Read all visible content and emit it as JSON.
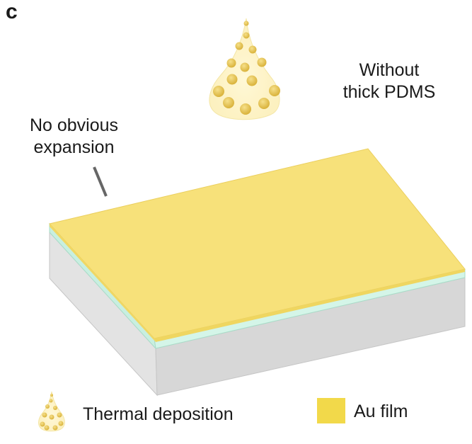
{
  "panel_letter": "c",
  "labels": {
    "without_line1": "Without",
    "without_line2": "thick PDMS",
    "no_obvious_line1": "No obvious",
    "no_obvious_line2": "expansion"
  },
  "legend": {
    "thermal_deposition": "Thermal deposition",
    "au_film": "Au film"
  },
  "colors": {
    "au_film": "#F7E17A",
    "au_swatch": "#F2D94A",
    "interlayer": "#CFF3E4",
    "substrate": "#DCDCDC",
    "droplet": "#E8C94A"
  }
}
